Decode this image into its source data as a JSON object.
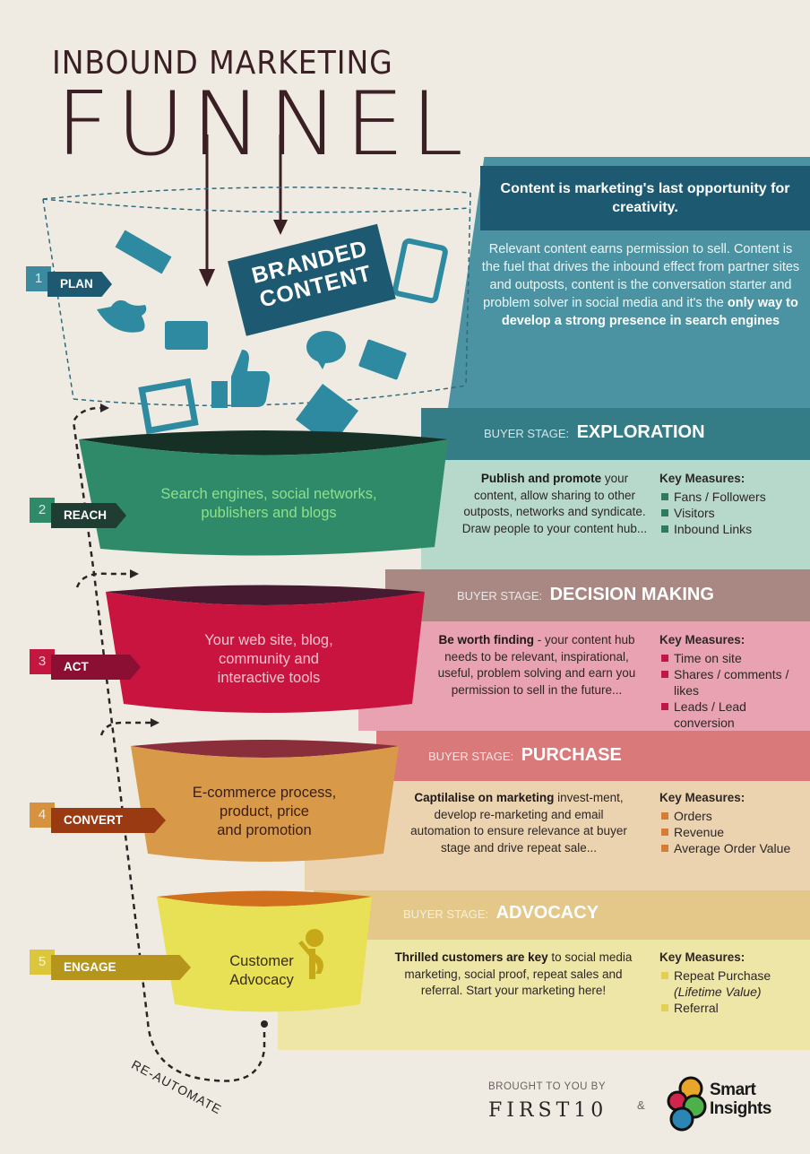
{
  "title": {
    "line1": "INBOUND MARKETING",
    "line2": "FUNNEL"
  },
  "intro": {
    "headline": "Content is marketing's last opportunity for creativity.",
    "body_plain": "Relevant content earns permission to sell. Content is the fuel that drives the inbound effect from partner sites and outposts, content is the conversation starter and problem solver in social media and it's the ",
    "body_bold": "only way to develop a strong presence in search engines"
  },
  "branded_content": {
    "line1": "BRANDED",
    "line2": "CONTENT"
  },
  "plan_icons": [
    "pencil-icon",
    "twitter-bird-icon",
    "clapperboard-icon",
    "thumbs-up-icon",
    "photo-frame-icon",
    "speech-bubble-icon",
    "envelope-icon",
    "tablet-icon",
    "document-icon"
  ],
  "steps": [
    {
      "num": "1",
      "label": "PLAN",
      "color": "#1d5a72",
      "num_color": "#3b8aa0"
    },
    {
      "num": "2",
      "label": "REACH",
      "color": "#1f3d33",
      "num_color": "#2e8a68"
    },
    {
      "num": "3",
      "label": "ACT",
      "color": "#8a0f32",
      "num_color": "#c3173f"
    },
    {
      "num": "4",
      "label": "CONVERT",
      "color": "#9a3a12",
      "num_color": "#d6923e"
    },
    {
      "num": "5",
      "label": "ENGAGE",
      "color": "#b5951c",
      "num_color": "#dcc63b"
    }
  ],
  "tiers": [
    {
      "text_line1": "Search engines, social networks,",
      "text_line2": "publishers and blogs",
      "text_color": "#8fe08c",
      "fill": "#2e8a68",
      "inner": "#173026"
    },
    {
      "text_line1": "Your web site, blog,",
      "text_line2": "community and",
      "text_line3": "interactive tools",
      "text_color": "#f5c3cf",
      "fill": "#c8143f",
      "inner": "#461a30"
    },
    {
      "text_line1": "E-commerce process,",
      "text_line2": "product, price",
      "text_line3": "and promotion",
      "text_color": "#3a1d14",
      "fill": "#d89a48",
      "inner": "#8a2e3b"
    },
    {
      "text_line1": "Customer",
      "text_line2": "Advocacy",
      "text_color": "#3a2e10",
      "fill": "#e8e055",
      "inner": "#d0701c"
    }
  ],
  "stages": [
    {
      "label": "BUYER STAGE:",
      "name": "EXPLORATION",
      "header_color": "#357d86",
      "body_color": "#b7d9cb",
      "desc_bold": "Publish and promote",
      "desc_rest": " your content, allow sharing to other outposts, networks and syndicate. Draw people to your content hub...",
      "measures_title": "Key Measures:",
      "bullet_color": "#2e7a5e",
      "measures": [
        "Fans / Followers",
        "Visitors",
        "Inbound Links"
      ]
    },
    {
      "label": "BUYER STAGE:",
      "name": "DECISION MAKING",
      "header_color": "#a98883",
      "body_color": "#e8a2b1",
      "desc_bold": "Be worth finding",
      "desc_rest": " - your content hub needs to be relevant, inspirational, useful, problem solving and earn you permission to sell in the future...",
      "measures_title": "Key Measures:",
      "bullet_color": "#c0174a",
      "measures": [
        "Time on site",
        "Shares / comments / likes",
        "Leads / Lead conversion"
      ]
    },
    {
      "label": "BUYER STAGE:",
      "name": "PURCHASE",
      "header_color": "#d9797a",
      "body_color": "#ecd3af",
      "desc_bold": "Captilalise on marketing",
      "desc_rest": " invest-ment, develop re-marketing and email automation to ensure relevance at buyer stage and drive repeat sale...",
      "measures_title": "Key Measures:",
      "bullet_color": "#d57c36",
      "measures": [
        "Orders",
        "Revenue",
        "Average Order Value"
      ]
    },
    {
      "label": "BUYER STAGE:",
      "name": "ADVOCACY",
      "header_color": "#e4c88a",
      "body_color": "#eee6a6",
      "desc_bold": "Thrilled customers are key",
      "desc_rest": " to social media marketing, social proof, repeat sales and referral. Start your marketing here!",
      "measures_title": "Key Measures:",
      "bullet_color": "#e2cf55",
      "measures": [
        "Repeat Purchase",
        "(Lifetime Value)",
        "Referral"
      ]
    }
  ],
  "loop_label": "RE-AUTOMATE",
  "footer": {
    "brought": "BROUGHT TO YOU BY",
    "first10": "FIRST10",
    "amp": "&",
    "smart_line1": "Smart",
    "smart_line2": "Insights"
  }
}
